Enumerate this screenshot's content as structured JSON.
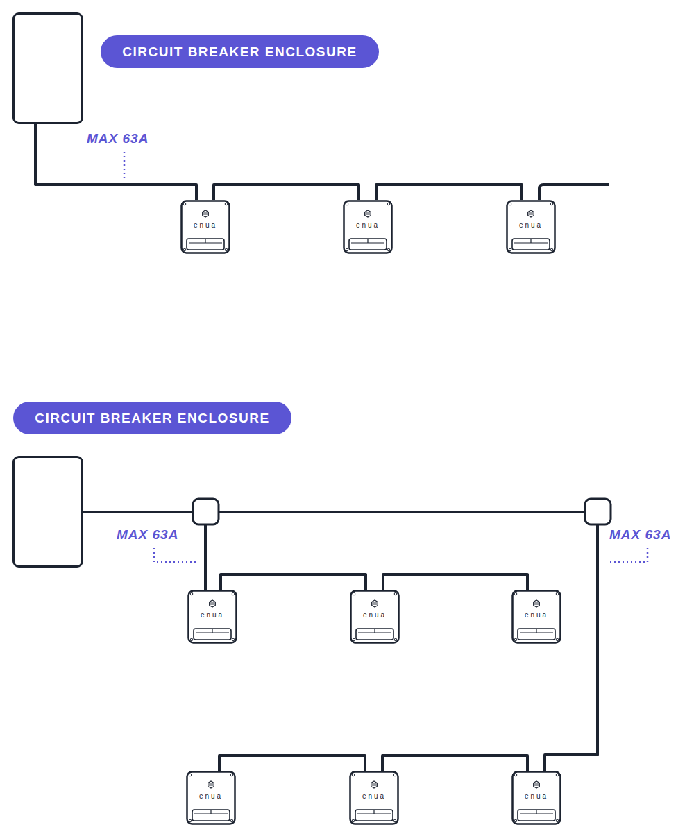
{
  "diagram": {
    "nodes": [
      {
        "text": [
          "CIRCUIT BREAKER ENCLOSURE"
        ]
      },
      {
        "text": [
          "enua"
        ]
      },
      {
        "text": [
          "enua"
        ]
      },
      {
        "text": [
          "enua"
        ]
      },
      {
        "text": [
          "CIRCUIT BREAKER ENCLOSURE"
        ]
      },
      {
        "text": [
          "enua"
        ]
      },
      {
        "text": [
          "enua"
        ]
      },
      {
        "text": [
          "enua"
        ]
      },
      {
        "text": [
          "enua"
        ]
      },
      {
        "text": [
          "enua"
        ]
      },
      {
        "text": [
          "enua"
        ]
      }
    ],
    "edges": [
      {
        "from": 0,
        "to": 1,
        "arrow": "none"
      },
      {
        "from": 1,
        "to": 2,
        "arrow": "none"
      },
      {
        "from": 2,
        "to": 3,
        "arrow": "none"
      },
      {
        "from": 4,
        "to": 5,
        "arrow": "none"
      },
      {
        "from": 5,
        "to": 6,
        "arrow": "none"
      },
      {
        "from": 6,
        "to": 7,
        "arrow": "none"
      },
      {
        "from": 4,
        "to": 10,
        "arrow": "none"
      },
      {
        "from": 10,
        "to": 9,
        "arrow": "none"
      },
      {
        "from": 9,
        "to": 8,
        "arrow": "none"
      }
    ],
    "labels": [
      "MAX 63A",
      "MAX 63A",
      "MAX 63A"
    ]
  }
}
